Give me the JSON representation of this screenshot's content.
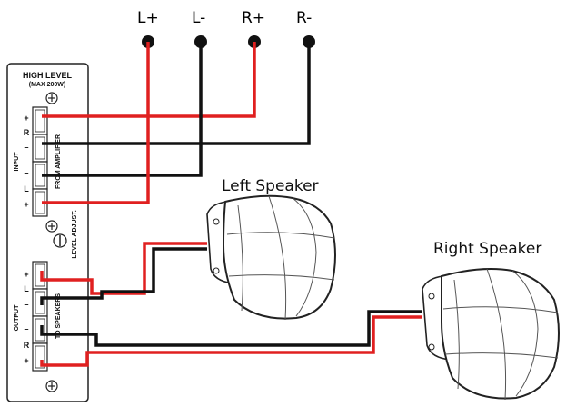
{
  "terminals": {
    "l_plus": "L+",
    "l_minus": "L-",
    "r_plus": "R+",
    "r_minus": "R-"
  },
  "panel": {
    "title": "HIGH LEVEL",
    "subtitle": "(MAX 200W)",
    "input_label": "INPUT",
    "from_amplifier": "FROM AMPLIFIER",
    "level_adjust": "LEVEL ADJUST.",
    "output_label": "OUTPUT",
    "to_speakers": "TO SPEAKERS",
    "input_pins": {
      "r_plus": "+",
      "r": "R",
      "r_minus": "–",
      "l_minus": "–",
      "l": "L",
      "l_plus": "+"
    },
    "output_pins": {
      "l_plus": "+",
      "l": "L",
      "l_minus": "–",
      "r_minus": "–",
      "r": "R",
      "r_plus": "+"
    }
  },
  "speakers": {
    "left": "Left Speaker",
    "right": "Right Speaker"
  },
  "colors": {
    "positive_wire": "#e02020",
    "negative_wire": "#111111",
    "outline": "#222222"
  }
}
